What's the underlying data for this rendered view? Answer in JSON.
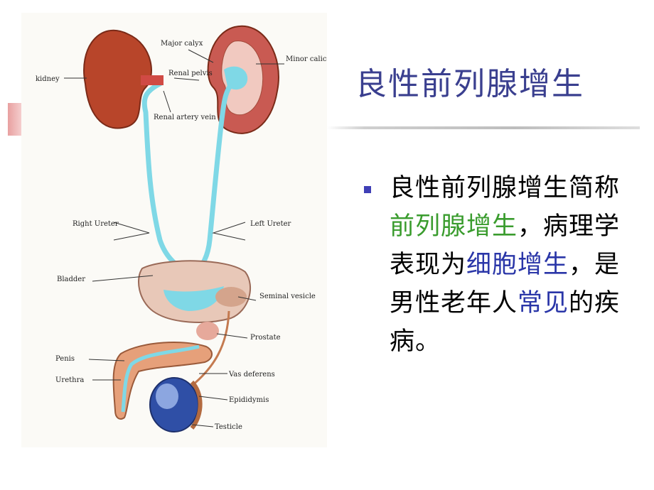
{
  "slide": {
    "title": "良性前列腺增生",
    "bullet": [
      {
        "text": "良性前列腺增生",
        "style": "plain"
      },
      {
        "text": "简称",
        "style": "plain"
      },
      {
        "text": "前列腺增生",
        "style": "green"
      },
      {
        "text": "，",
        "style": "plain"
      },
      {
        "text": "病理学表现为",
        "style": "plain"
      },
      {
        "text": "细胞增生",
        "style": "blue"
      },
      {
        "text": "，是男性老年人",
        "style": "plain"
      },
      {
        "text": "常见",
        "style": "blue"
      },
      {
        "text": "的疾病。",
        "style": "plain"
      }
    ]
  },
  "figure": {
    "labels": {
      "kidney": "kidney",
      "major_calyx": "Major calyx",
      "minor_calices": "Minor calices",
      "renal_pelvis": "Renal pelvis",
      "renal_artery_vein": "Renal artery vein",
      "right_ureter": "Right Ureter",
      "left_ureter": "Left Ureter",
      "bladder": "Bladder",
      "seminal_vesicle": "Seminal vesicle",
      "prostate": "Prostate",
      "penis": "Penis",
      "urethra": "Urethra",
      "vas_deferens": "Vas deferens",
      "epididymis": "Epididymis",
      "testicle": "Testicle"
    }
  },
  "colors": {
    "title": "#3a3f8f",
    "bullet": "#3f3fb6",
    "green_highlight": "#3a9c2e",
    "blue_highlight": "#2a36a8",
    "kidney": "#b8452a",
    "duct": "#7fd8e6"
  }
}
